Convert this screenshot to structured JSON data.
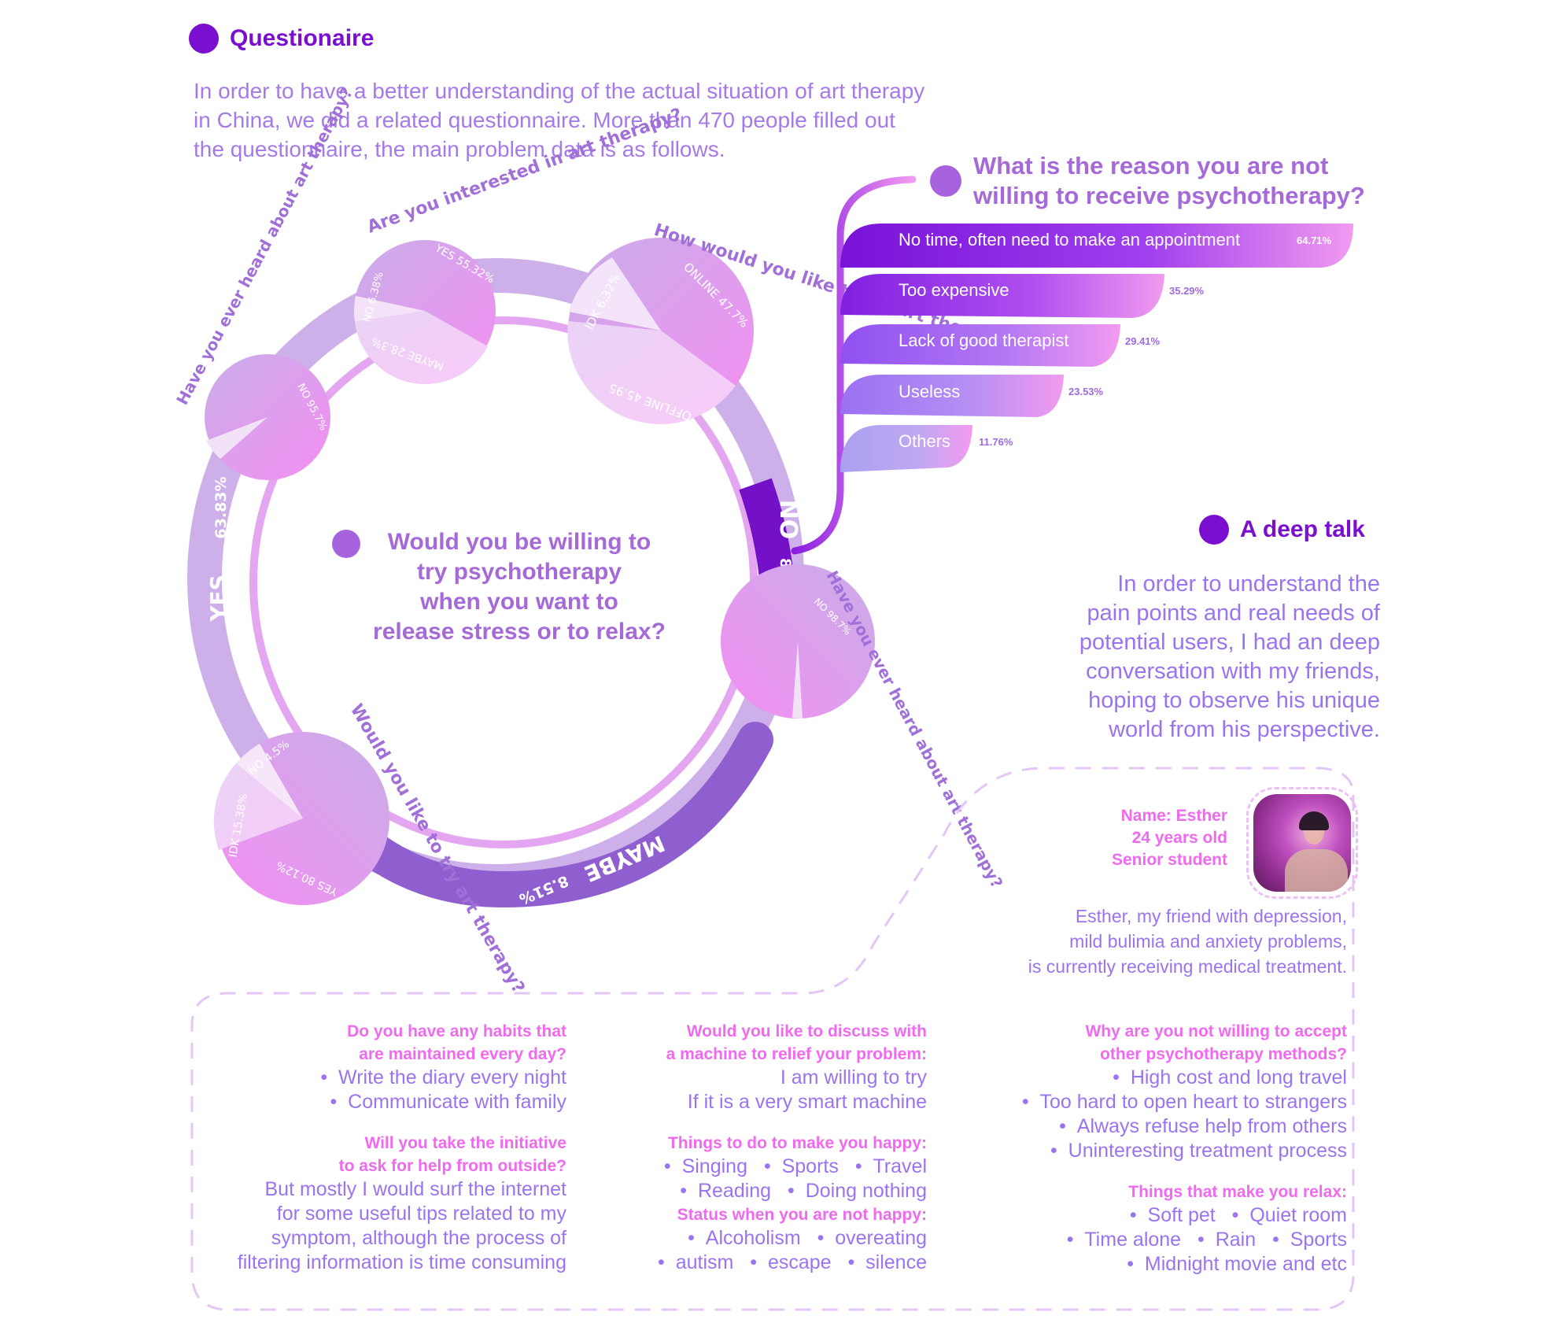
{
  "questionnaire": {
    "title": "Questionaire",
    "intro_lines": [
      "In order to have a better understanding of the actual situation of art therapy",
      "in China, we did a related questionnaire. More than 470 people filled out",
      "the questionnaire, the main problem data is as follows."
    ]
  },
  "ring": {
    "center_question_lines": [
      "Would you be willing to",
      "try psychotherapy",
      "when you want to",
      "release stress or to relax?"
    ],
    "segments": [
      {
        "label": "YES",
        "value": "63.83%"
      },
      {
        "label": "NO",
        "value": "8.51%"
      },
      {
        "label": "MAYBE",
        "value": "8.51%"
      }
    ],
    "pies": [
      {
        "question": "Have you ever heard about art therapy?",
        "slices": [
          {
            "label": "NO 95.7%"
          }
        ]
      },
      {
        "question": "Are you interested in art therapy?",
        "slices": [
          {
            "label": "YES 55.32%"
          },
          {
            "label": "MAYBE 28.3%"
          },
          {
            "label": "NO 6.38%"
          }
        ]
      },
      {
        "question": "How would you like to try art therapy?",
        "slices": [
          {
            "label": "ONLINE 47.7%"
          },
          {
            "label": "OFFLINE 45.95"
          },
          {
            "label": "IDK 6.32%"
          }
        ]
      },
      {
        "question": "Have you ever heard about art therapy?",
        "slices": [
          {
            "label": "NO 98.7%"
          }
        ]
      },
      {
        "question": "Would you like to try art therapy?",
        "slices": [
          {
            "label": "YES 80.12%"
          },
          {
            "label": "IDK 15.38%"
          },
          {
            "label": "NO 4.5%"
          }
        ]
      }
    ]
  },
  "reasons": {
    "title_lines": [
      "What is the reason you are not",
      "willing to receive psychotherapy?"
    ],
    "bars": [
      {
        "label": "No time, often need to make an appointment",
        "value": "64.71%"
      },
      {
        "label": "Too expensive",
        "value": "35.29%"
      },
      {
        "label": "Lack of good therapist",
        "value": "29.41%"
      },
      {
        "label": "Useless",
        "value": "23.53%"
      },
      {
        "label": "Others",
        "value": "11.76%"
      }
    ]
  },
  "deep_talk": {
    "title": "A deep talk",
    "intro_lines": [
      "In order to understand the",
      "pain points and real needs of",
      "potential users, I had an deep",
      "conversation with my friends,",
      "hoping to observe his unique",
      "world from his perspective."
    ],
    "profile": {
      "name": "Name: Esther",
      "age": "24 years old",
      "role": "Senior student"
    },
    "description_lines": [
      "Esther, my friend with depression,",
      "mild bulimia and anxiety problems,",
      "is currently receiving medical treatment."
    ]
  },
  "interview": {
    "col1": {
      "q1_lines": [
        "Do you have any habits that",
        "are maintained every day?"
      ],
      "a1": [
        "Write the diary every night",
        "Communicate with family"
      ],
      "q2_lines": [
        "Will you take the initiative",
        "to ask for help from outside?"
      ],
      "a2_lines": [
        "But mostly I would surf the internet",
        "for some useful tips related to my",
        "symptom, although the process of",
        "filtering information is time consuming"
      ]
    },
    "col2": {
      "q1_lines": [
        "Would you like to discuss with",
        "a machine to relief your problem:"
      ],
      "a1_lines": [
        "I am willing to try",
        "If it is a very smart machine"
      ],
      "q2": "Things to do to make you happy:",
      "a2_rows": [
        [
          "Singing",
          "Sports",
          "Travel"
        ],
        [
          "Reading",
          "Doing nothing"
        ]
      ],
      "q3": "Status when you are not happy:",
      "a3_rows": [
        [
          "Alcoholism",
          "overeating"
        ],
        [
          "autism",
          "escape",
          "silence"
        ]
      ]
    },
    "col3": {
      "q1_lines": [
        "Why are you not willing to accept",
        "other psychotherapy methods?"
      ],
      "a1": [
        "High cost and long travel",
        "Too hard to open heart to strangers",
        "Always refuse help from others",
        "Uninteresting treatment process"
      ],
      "q2": "Things that make you relax:",
      "a2_rows": [
        [
          "Soft pet",
          "Quiet room"
        ],
        [
          "Time alone",
          "Rain",
          "Sports"
        ],
        [
          "Midnight movie and etc"
        ]
      ]
    }
  },
  "colors": {
    "primary": "#7a0fcf",
    "heading_text": "#a56ad8",
    "body_text": "#9a74f0",
    "accent_pink": "#f06af0",
    "ring_light": "#cdb0ea",
    "ring_maybe": "#8f5fcf"
  },
  "chart_data": [
    {
      "type": "bar",
      "title": "What is the reason you are not willing to receive psychotherapy?",
      "orientation": "horizontal",
      "categories": [
        "No time, often need to make an appointment",
        "Too expensive",
        "Lack of good therapist",
        "Useless",
        "Others"
      ],
      "values": [
        64.71,
        35.29,
        29.41,
        23.53,
        11.76
      ],
      "unit": "%"
    },
    {
      "type": "pie",
      "title": "Would you be willing to try psychotherapy when you want to release stress or to relax?",
      "categories": [
        "YES",
        "NO",
        "MAYBE"
      ],
      "values": [
        63.83,
        8.51,
        8.51
      ],
      "unit": "%",
      "style": "ring"
    },
    {
      "type": "pie",
      "title": "Have you ever heard about art therapy? (YES group)",
      "categories": [
        "NO",
        "Other"
      ],
      "values": [
        95.7,
        4.3
      ]
    },
    {
      "type": "pie",
      "title": "Are you interested in art therapy?",
      "categories": [
        "YES",
        "MAYBE",
        "NO"
      ],
      "values": [
        55.32,
        28.3,
        6.38
      ]
    },
    {
      "type": "pie",
      "title": "How would you like to try art therapy?",
      "categories": [
        "ONLINE",
        "OFFLINE",
        "IDK"
      ],
      "values": [
        47.7,
        45.95,
        6.32
      ]
    },
    {
      "type": "pie",
      "title": "Have you ever heard about art therapy? (NO group)",
      "categories": [
        "NO",
        "Other"
      ],
      "values": [
        98.7,
        1.3
      ]
    },
    {
      "type": "pie",
      "title": "Would you like to try art therapy?",
      "categories": [
        "YES",
        "IDK",
        "NO"
      ],
      "values": [
        80.12,
        15.38,
        4.5
      ]
    }
  ]
}
